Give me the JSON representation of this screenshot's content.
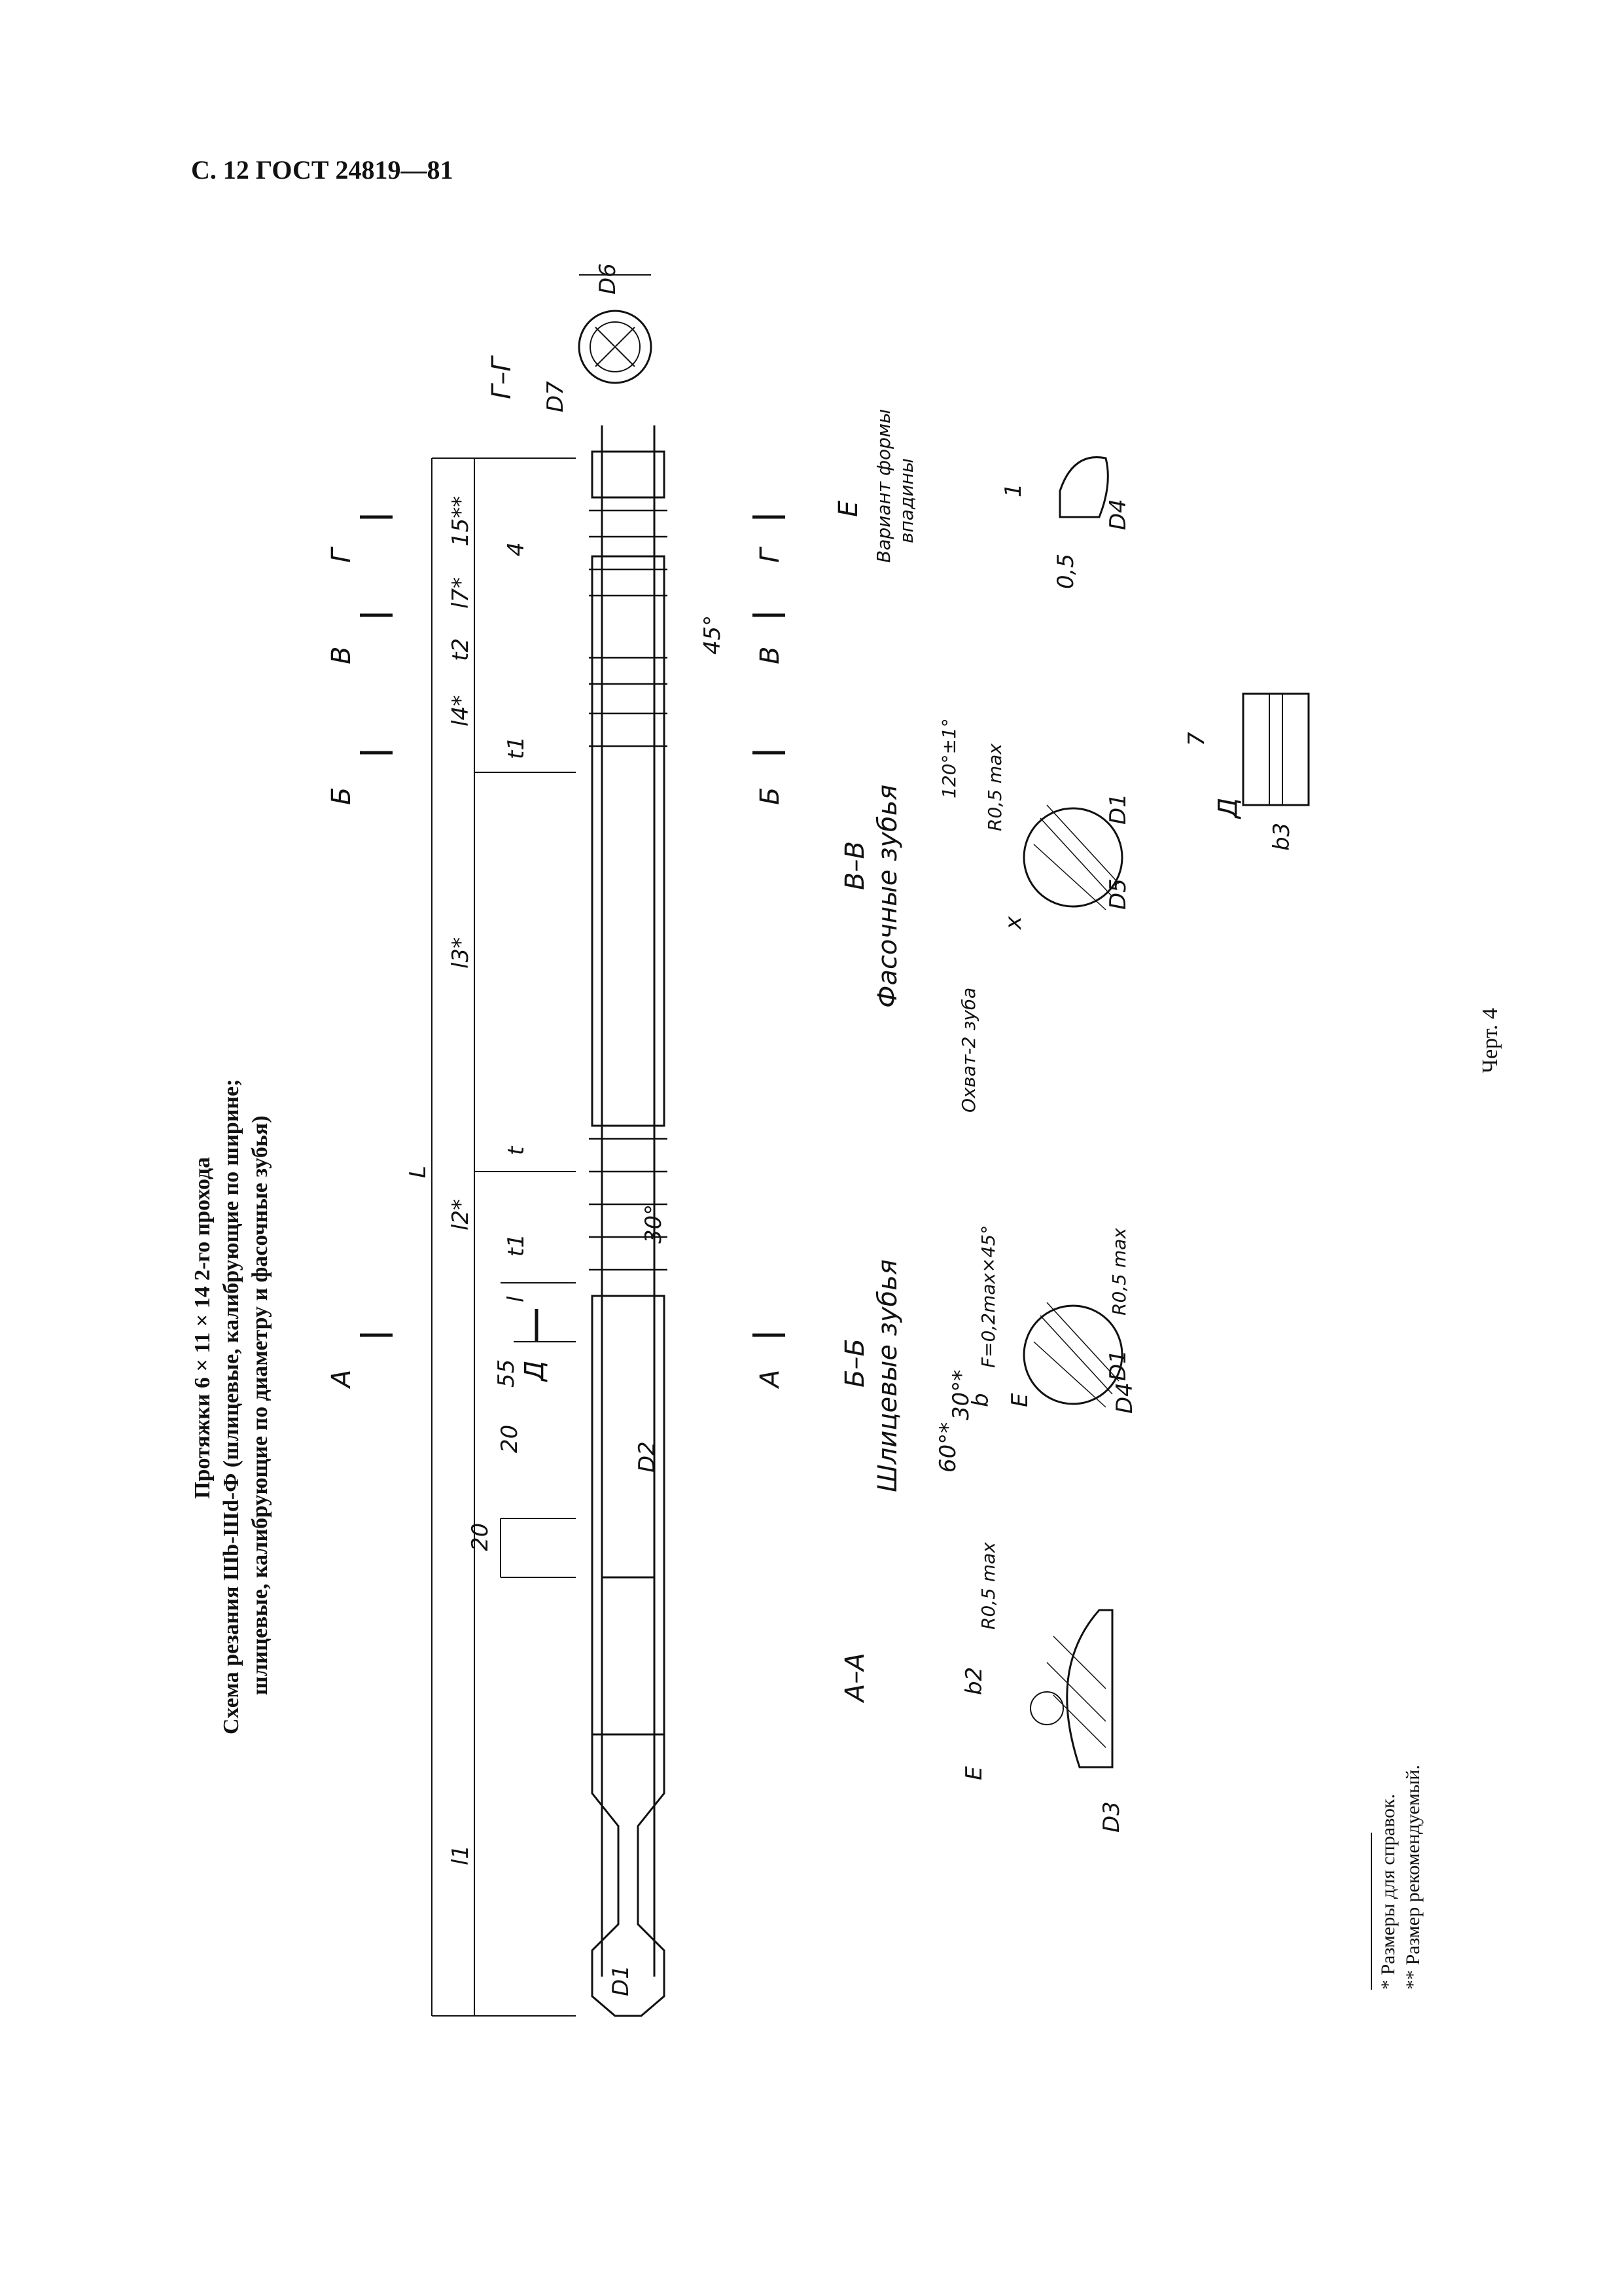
{
  "header": {
    "text": "С. 12 ГОСТ 24819—81"
  },
  "title": {
    "line1": "Протяжки 6 × 11 × 14 2-го прохода",
    "line2": "Схема резания Шb-Шd-Ф (шлицевые, калибрующие по ширине;",
    "line3": "шлицевые, калибрующие по диаметру и фасочные зубья)"
  },
  "dimensions": {
    "L": "L",
    "l1": "l1",
    "l2": "l2*",
    "l3": "l3*",
    "l4": "l4*",
    "l7": "l7*",
    "t": "t",
    "t1": "t1",
    "t2": "t2",
    "l": "l",
    "d55": "55",
    "d20a": "20",
    "d20b": "20",
    "d15": "15**",
    "d4": "4",
    "angle30": "30°",
    "angle45": "45°",
    "D1": "D1",
    "D2": "D2",
    "D6": "D6",
    "D7": "D7"
  },
  "sections": {
    "A": "А",
    "B": "Б",
    "V": "В",
    "G": "Г",
    "D": "Д",
    "AA": "А–А",
    "BB": "Б–Б",
    "VV": "В–В",
    "GG": "Г–Г",
    "DD": "Д",
    "E": "Е"
  },
  "section_bb": {
    "subtitle": "Шлицевые зубья",
    "chamfer": "F=0,2max×45°",
    "radius": "R0,5 max",
    "angle60": "60°*",
    "angle30": "30°*",
    "b": "b",
    "E": "E",
    "D1": "D1",
    "D4": "D4"
  },
  "section_aa": {
    "radius": "R0,5 max",
    "b2": "b2",
    "E": "E",
    "D3": "D3"
  },
  "section_vv": {
    "subtitle": "Фасочные зубья",
    "angle": "120°±1°",
    "radius": "R0,5 max",
    "cover": "Охват-2 зуба",
    "x": "x",
    "D1": "D1",
    "D5": "D5"
  },
  "section_d": {
    "dim7": "7",
    "b3": "b3"
  },
  "section_e": {
    "variant": "Вариант формы",
    "variant2": "впадины",
    "dim1": "1",
    "dim05": "0,5",
    "D4": "D4"
  },
  "caption": "Черт. 4",
  "notes": {
    "n1": "*  Размеры для справок.",
    "n2": "**  Размер рекомендуемый."
  }
}
